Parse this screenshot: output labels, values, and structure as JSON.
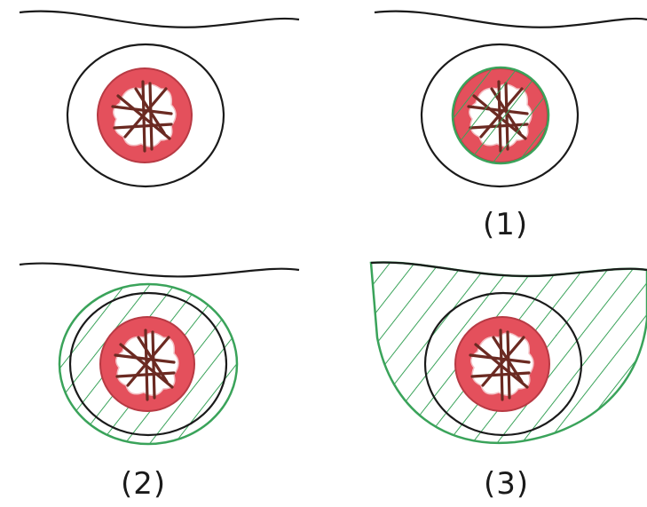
{
  "panels": [
    {
      "id": "panel-0",
      "label": ""
    },
    {
      "id": "panel-1",
      "label": "(1)"
    },
    {
      "id": "panel-2",
      "label": "(2)"
    },
    {
      "id": "panel-3",
      "label": "(3)"
    }
  ],
  "colors": {
    "outline": "#1a1a1a",
    "hatch": "#3aa35a",
    "lesion": "#e4505c",
    "lesion_edge": "#b83a44",
    "sticks": "#6b2a22",
    "background": "#ffffff"
  }
}
